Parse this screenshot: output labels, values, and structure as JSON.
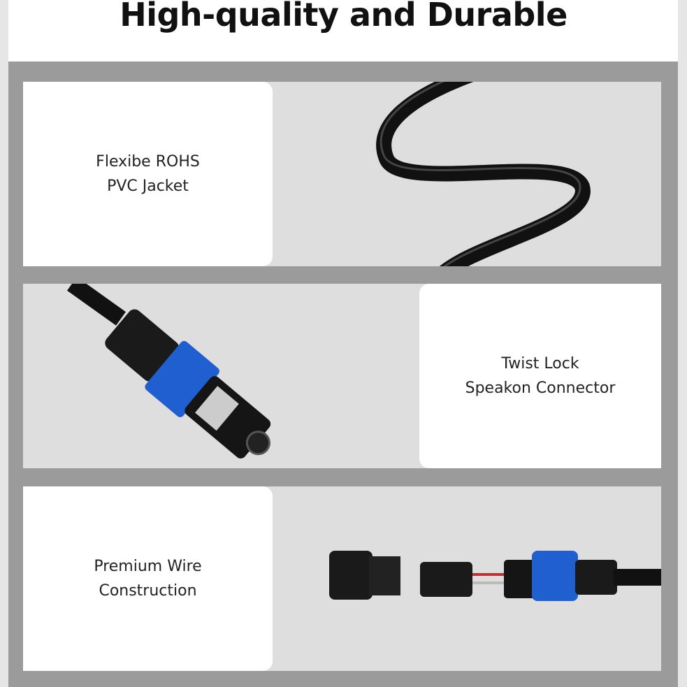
{
  "title": "High-quality and Durable",
  "features": [
    {
      "line1": "Flexibe ROHS",
      "line2": "PVC Jacket"
    },
    {
      "line1": "Twist Lock",
      "line2": "Speakon Connector"
    },
    {
      "line1": "Premium Wire",
      "line2": "Construction"
    }
  ],
  "colors": {
    "frame": "#9b9b9b",
    "panel": "#dedede",
    "connector_blue": "#1f5fd0"
  }
}
